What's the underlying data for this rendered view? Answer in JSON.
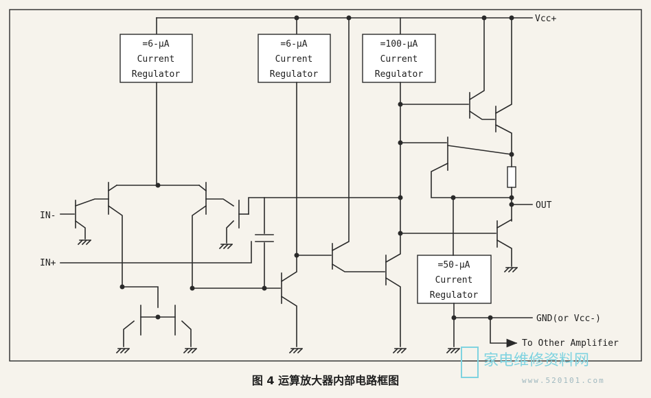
{
  "regulators": [
    {
      "lines": [
        "=6-μA",
        "Current",
        "Regulator"
      ]
    },
    {
      "lines": [
        "=6-μA",
        "Current",
        "Regulator"
      ]
    },
    {
      "lines": [
        "=100-μA",
        "Current",
        "Regulator"
      ]
    },
    {
      "lines": [
        "=50-μA",
        "Current",
        "Regulator"
      ]
    }
  ],
  "pins": {
    "vcc_plus": "Vcc+",
    "in_minus": "IN-",
    "in_plus": "IN+",
    "out": "OUT",
    "gnd": "GND(or Vcc-)",
    "to_other": "To Other Amplifier"
  },
  "caption": "图 4  运算放大器内部电路框图",
  "watermark": {
    "text": "家电维修资料网",
    "url": "www.520101.com"
  }
}
